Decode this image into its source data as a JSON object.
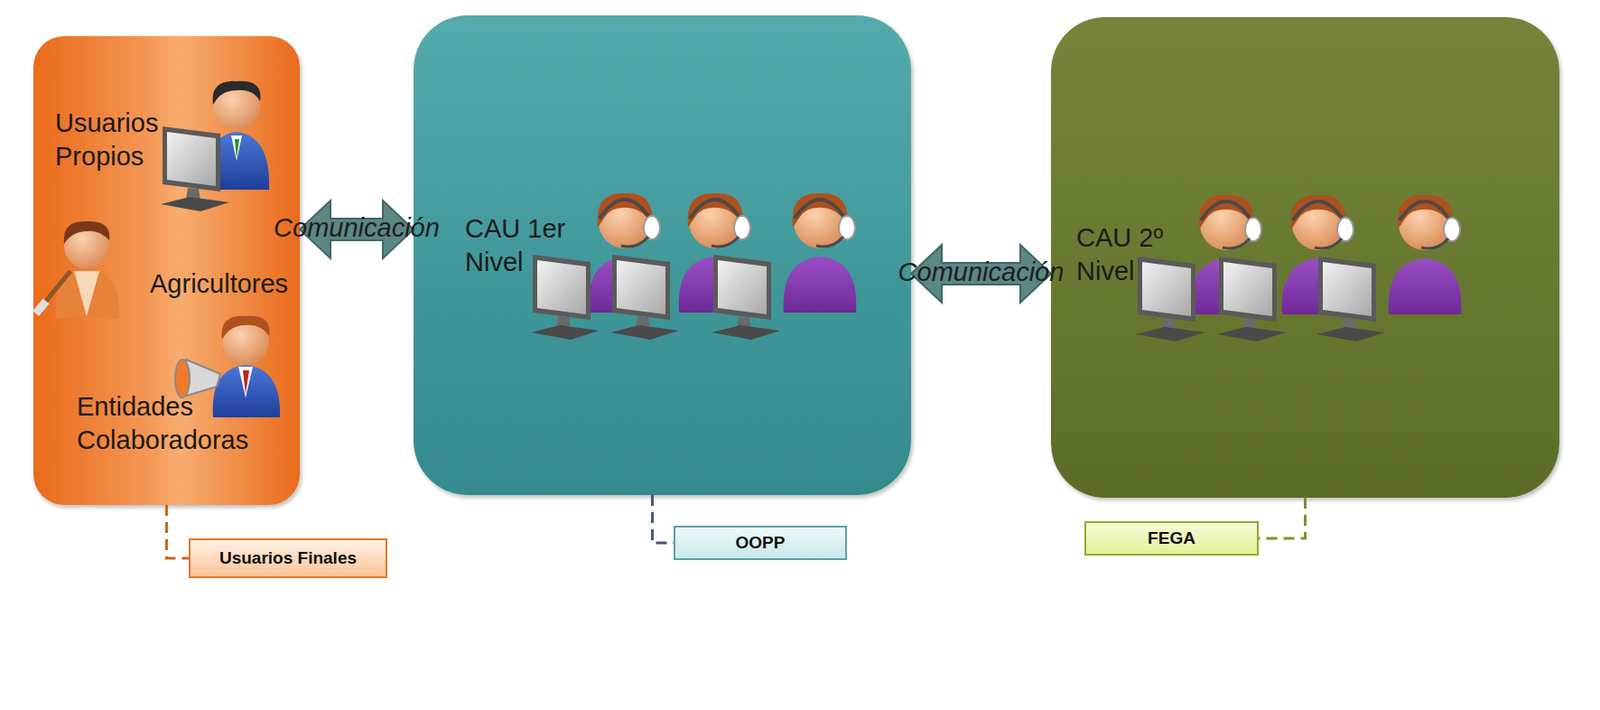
{
  "diagram": {
    "nodes": [
      {
        "text": [
          "Usuarios Propios",
          "Agricultores",
          "Entidades Colaboradoras"
        ]
      },
      {
        "text": [
          "CAU 1er Nivel"
        ]
      },
      {
        "text": [
          "CAU 2º Nivel"
        ]
      },
      {
        "text": [
          "Usuarios Finales"
        ]
      },
      {
        "text": [
          "OOPP"
        ]
      },
      {
        "text": [
          "FEGA"
        ]
      }
    ],
    "edges": [
      {
        "from": 0,
        "to": 1,
        "label": "Comunicación",
        "arrow": "both"
      },
      {
        "from": 1,
        "to": 2,
        "label": "Comunicación",
        "arrow": "both"
      },
      {
        "from": 0,
        "to": 3,
        "arrow": "none"
      },
      {
        "from": 1,
        "to": 4,
        "arrow": "none"
      },
      {
        "from": 2,
        "to": 5,
        "arrow": "none"
      }
    ]
  }
}
